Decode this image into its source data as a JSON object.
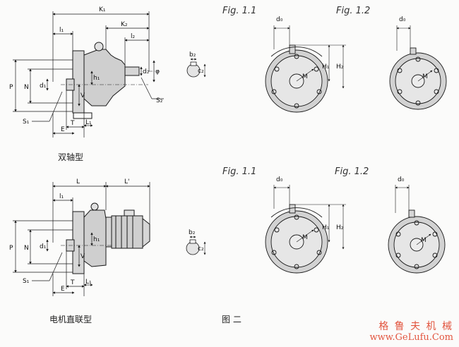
{
  "captions": {
    "type_double_shaft": "双轴型",
    "type_direct_motor": "电机直联型",
    "figure_two": "图 二"
  },
  "figs": {
    "top_left": "Fig. 1.1",
    "top_right": "Fig. 1.2",
    "bottom_left": "Fig. 1.1",
    "bottom_right": "Fig. 1.2"
  },
  "dims": {
    "K1": "K₁",
    "K2": "K₂",
    "l1": "l₁",
    "l2": "l₂",
    "P": "P",
    "N": "N",
    "d1": "d₁",
    "d2": "d₂",
    "h1": "h₁",
    "V": "V",
    "T": "T",
    "E": "E",
    "L1": "L₁",
    "S1": "S₁",
    "S2": "S₂",
    "b2": "b₂",
    "c2": "c₂",
    "phi": "φ",
    "d0": "d₀",
    "M": "M",
    "H1": "H₁",
    "H2": "H₂",
    "L": "L",
    "Lprime": "L'"
  },
  "watermark": {
    "cn": "格 鲁 夫 机 械",
    "url": "www.GeLufu.Com"
  },
  "colors": {
    "line": "#1a1a1a",
    "fill": "#d9d9d9",
    "watermark": "#e2553f"
  }
}
